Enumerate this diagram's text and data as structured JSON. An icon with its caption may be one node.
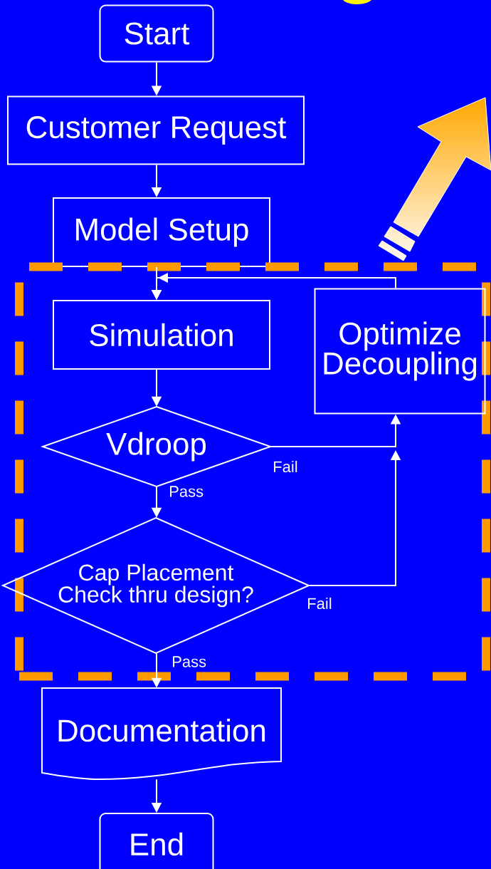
{
  "diagram": {
    "nodes": [
      {
        "text": [
          "Start"
        ]
      },
      {
        "text": [
          "Customer Request"
        ]
      },
      {
        "text": [
          "Model Setup"
        ]
      },
      {
        "text": [],
        "shape": "box"
      },
      {
        "text": [
          "Simulation"
        ],
        "in": 3
      },
      {
        "text": [
          "Optimize Decoupling"
        ],
        "in": 3
      },
      {
        "text": [
          "Vdroop"
        ],
        "in": 3
      },
      {
        "text": [
          "Cap Placement Check thru design?"
        ],
        "in": 3
      },
      {
        "text": [
          "Documentation"
        ]
      },
      {
        "text": [
          "End"
        ]
      }
    ],
    "edges": [
      {
        "from": 0,
        "to": 1,
        "arrow": "to"
      },
      {
        "from": 1,
        "to": 2,
        "arrow": "to"
      },
      {
        "from": 2,
        "to": 4,
        "arrow": "to"
      },
      {
        "from": 5,
        "to": 4,
        "arrow": "to"
      },
      {
        "from": 4,
        "to": 6,
        "arrow": "to"
      },
      {
        "from": 6,
        "to": 7,
        "label": "Pass",
        "arrow": "to"
      },
      {
        "from": 6,
        "to": 5,
        "label": "Fail",
        "arrow": "to"
      },
      {
        "from": 7,
        "to": 5,
        "label": "Fail",
        "arrow": "to"
      },
      {
        "from": 7,
        "to": 8,
        "label": "Pass",
        "arrow": "to"
      },
      {
        "from": 8,
        "to": 9,
        "arrow": "to"
      }
    ]
  }
}
